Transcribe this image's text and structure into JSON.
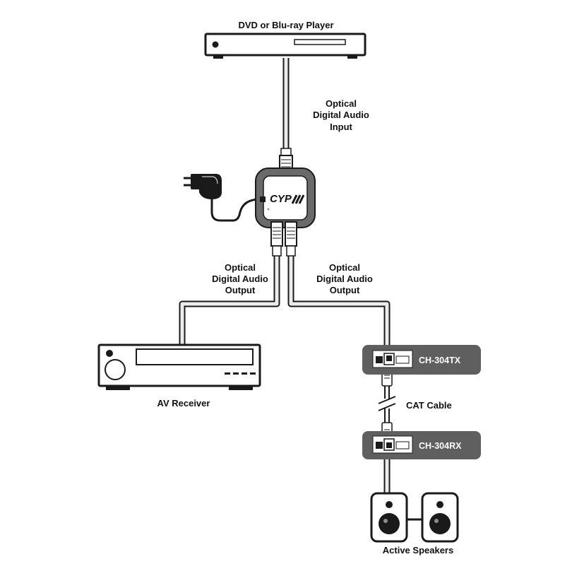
{
  "labels": {
    "dvd_player": "DVD or Blu-ray Player",
    "input_label": [
      "Optical",
      "Digital Audio",
      "Input"
    ],
    "output_left": [
      "Optical",
      "Digital Audio",
      "Output"
    ],
    "output_right": [
      "Optical",
      "Digital Audio",
      "Output"
    ],
    "av_receiver": "AV Receiver",
    "tx_unit": "CH-304TX",
    "rx_unit": "CH-304RX",
    "cat_cable": "CAT Cable",
    "speakers": "Active Speakers",
    "brand_logo": "CYP"
  },
  "colors": {
    "device_fill": "#ffffff",
    "stroke": "#1a1a1a",
    "cable_fill": "#ececec",
    "extender_fill": "#5f5f5f",
    "splitter_ring": "#6a6a6a"
  }
}
